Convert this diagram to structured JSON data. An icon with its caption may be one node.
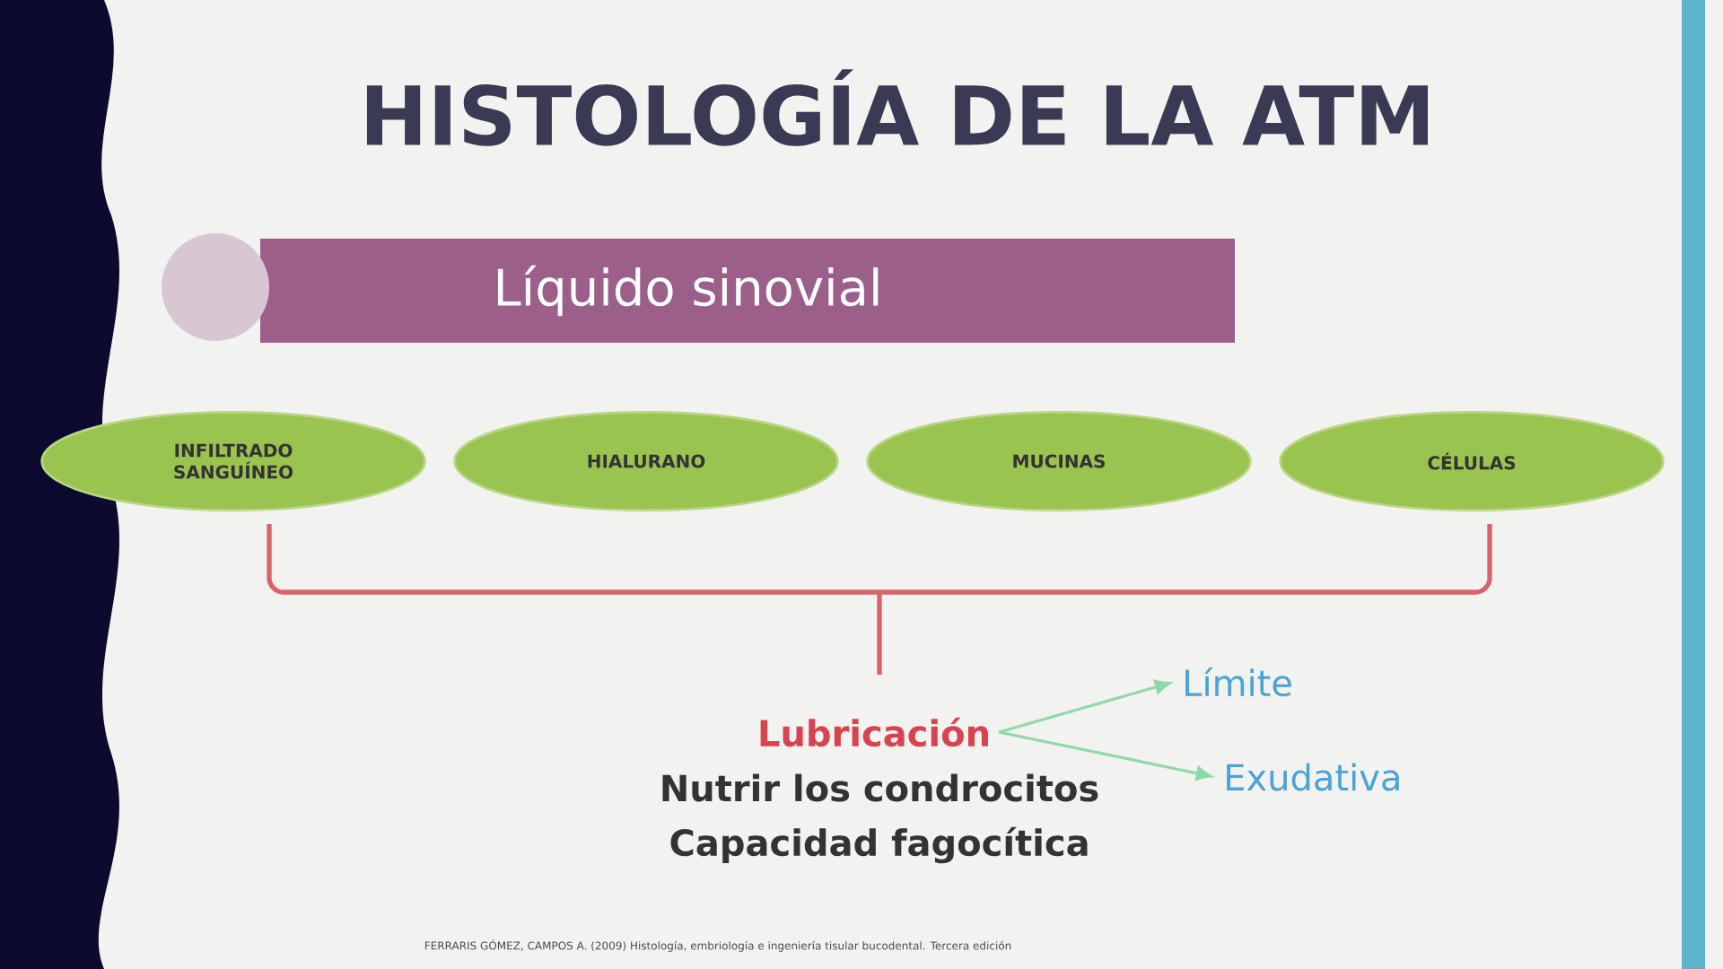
{
  "diagram": {
    "title": "HISTOLOGÍA DE LA ATM",
    "nodes": [
      {
        "text": [
          "Líquido sinovial"
        ]
      },
      {
        "text": [
          "INFILTRADO SANGUÍNEO"
        ]
      },
      {
        "text": [
          "HIALURANO"
        ]
      },
      {
        "text": [
          "MUCINAS"
        ]
      },
      {
        "text": [
          "CÉLULAS"
        ]
      },
      {
        "text": [
          "Lubricación"
        ]
      },
      {
        "text": [
          "Límite"
        ]
      },
      {
        "text": [
          "Exudativa"
        ]
      }
    ],
    "edges": [
      {
        "from": 5,
        "to": 6,
        "arrow": "to"
      },
      {
        "from": 5,
        "to": 7,
        "arrow": "to"
      }
    ],
    "labels": [
      "Nutrir los condrocitos",
      "Capacidad fagocítica",
      "FERRARIS GÓMEZ, CAMPOS A. (2009) Histología, embriología e ingeniería tisular bucodental. Tercera edición"
    ]
  }
}
